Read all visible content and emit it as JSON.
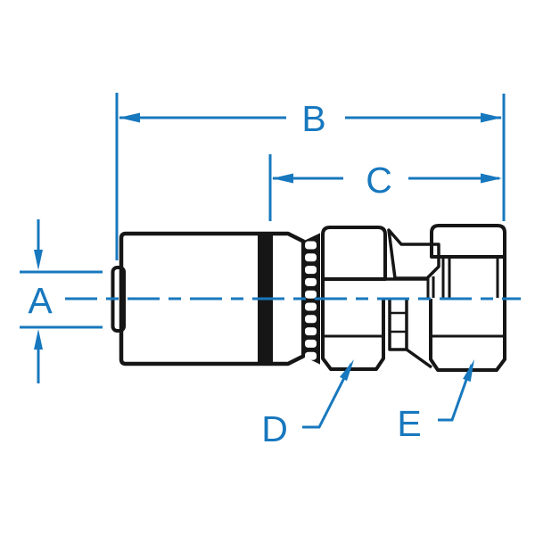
{
  "diagram": {
    "description": "Technical line drawing of a crimp-style hydraulic hose fitting with female swivel nut, shown half-sectioned, with blue dimension callouts",
    "background": "#ffffff",
    "accent_color": "#1878be",
    "line_color": "#161616",
    "labels": {
      "a": "A",
      "b": "B",
      "c": "C",
      "d": "D",
      "e": "E"
    }
  }
}
